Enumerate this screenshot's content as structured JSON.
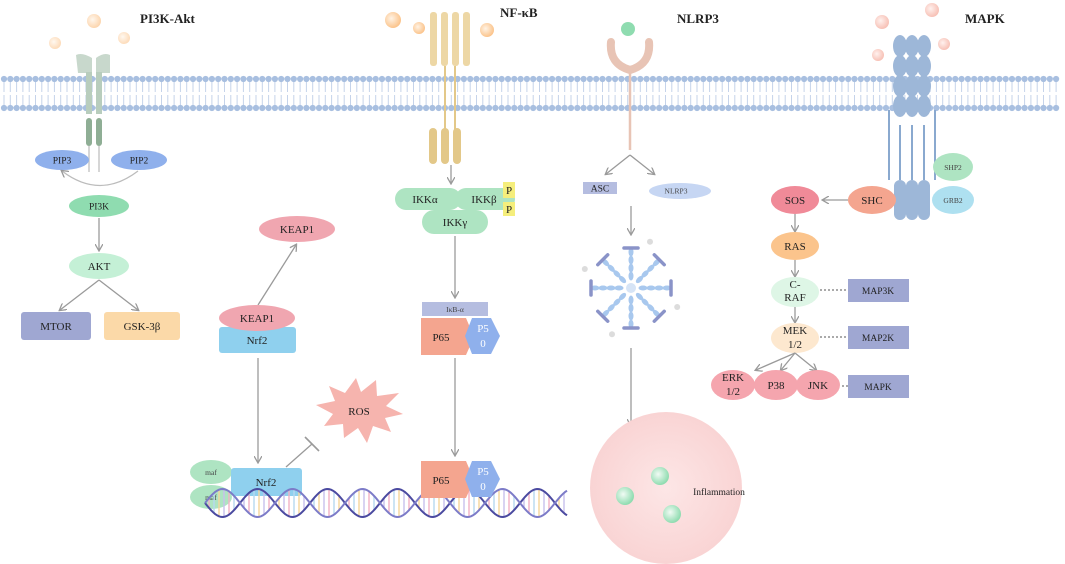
{
  "titles": {
    "pi3k": "PI3K-Akt",
    "nfkb": "NF-κB",
    "nlrp3": "NLRP3",
    "mapk": "MAPK"
  },
  "pi3k": {
    "pip3": "PIP3",
    "pip2": "PIP2",
    "pi3k": "PI3K",
    "akt": "AKT",
    "mtor": "MTOR",
    "gsk": "GSK-3β"
  },
  "keap": {
    "keap1_free": "KEAP1",
    "keap1_bound": "KEAP1",
    "nrf2_bound": "Nrf2",
    "ros": "ROS",
    "maf1": "maf",
    "maf2": "maf",
    "nrf2_dna": "Nrf2"
  },
  "nfkb": {
    "ikka": "IKKα",
    "ikkb": "IKKβ",
    "ikkg": "IKKγ",
    "p1": "P",
    "p2": "P",
    "ikba": "IκB-α",
    "p65": "P65",
    "p50_line1": "P5",
    "p50_line2": "0",
    "p65_dna": "P65",
    "p50_dna_line1": "P5",
    "p50_dna_line2": "0"
  },
  "nlrp3": {
    "asc": "ASC",
    "nlrp3": "NLRP3",
    "inflammation": "Inflammation"
  },
  "mapk": {
    "shp2": "SHP2",
    "grb2": "GRB2",
    "shc": "SHC",
    "sos": "SOS",
    "ras": "RAS",
    "craf_line1": "C-",
    "craf_line2": "RAF",
    "mek_line1": "MEK",
    "mek_line2": "1/2",
    "erk_line1": "ERK",
    "erk_line2": "1/2",
    "p38": "P38",
    "jnk": "JNK",
    "map3k": "MAP3K",
    "map2k": "MAP2K",
    "mapk_box": "MAPK"
  },
  "colors": {
    "membrane": "#a8bfe0",
    "arrow": "#9a9a9a",
    "blue_oval": "#8fb0ec",
    "green_oval": "#8fdcb0",
    "light_green": "#c4f0d6",
    "pink": "#f0a6b0",
    "salmon": "#f4a58f",
    "cyan_box": "#8fd0ee",
    "purple_box": "#9fa7d2",
    "beige": "#fbd9a8"
  }
}
